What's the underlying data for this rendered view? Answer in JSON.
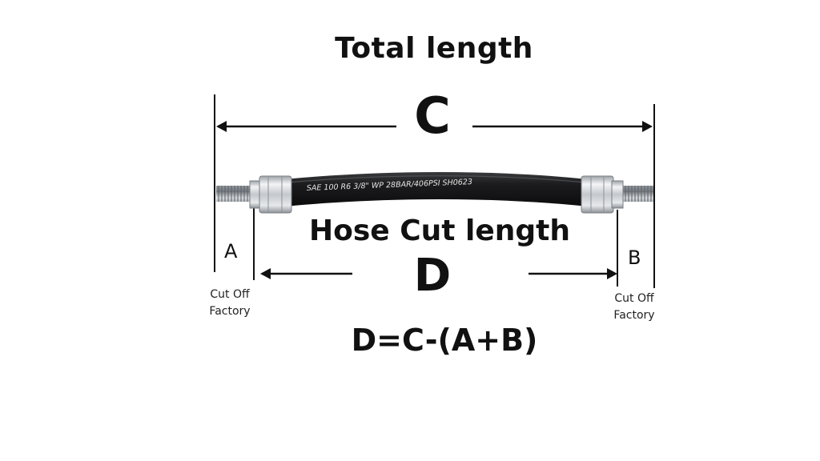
{
  "diagram": {
    "title": "Total length",
    "total_symbol": "C",
    "cut_title": "Hose Cut length",
    "cut_symbol": "D",
    "formula": "D=C-(A+B)",
    "end_a": {
      "letter": "A",
      "note_line1": "Cut Off",
      "note_line2": "Factory"
    },
    "end_b": {
      "letter": "B",
      "note_line1": "Cut Off",
      "note_line2": "Factory"
    },
    "hose_print": "SAE 100 R6  3/8\"  WP 28BAR/406PSI  SH0623"
  },
  "colors": {
    "ink": "#111111",
    "hose": "#1c1c1e",
    "fitting": "#c9ccd0"
  },
  "icons": {
    "hose": "hydraulic-hose-with-crimped-fittings",
    "arrows": "dimension-arrows"
  }
}
